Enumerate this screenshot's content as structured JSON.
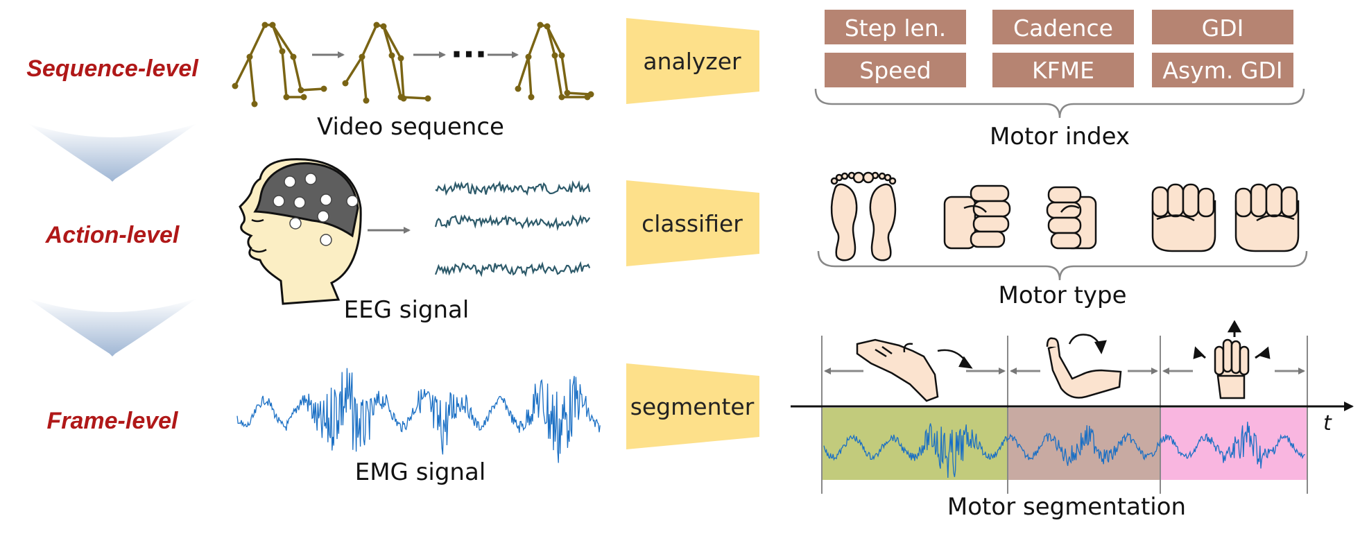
{
  "levels": {
    "sequence": "Sequence-level",
    "action": "Action-level",
    "frame": "Frame-level"
  },
  "captions": {
    "video": "Video sequence",
    "eeg": "EEG signal",
    "emg": "EMG signal",
    "motor_index": "Motor index",
    "motor_type": "Motor type",
    "motor_segmentation": "Motor segmentation"
  },
  "modules": {
    "analyzer": "analyzer",
    "classifier": "classifier",
    "segmenter": "segmenter"
  },
  "ellipsis": "···",
  "time_axis_label": "t",
  "motor_index_boxes": [
    "Step len.",
    "Cadence",
    "GDI",
    "Speed",
    "KFME",
    "Asym. GDI"
  ],
  "colors": {
    "level_text": "#b01818",
    "module_fill": "#fde08a",
    "index_box": "#b68472",
    "skeleton": "#7a6414",
    "eeg_wave": "#2d5a6a",
    "emg_wave": "#1a6fc4",
    "segment_1": "#c2cb7c",
    "segment_2": "#c8aaa2",
    "segment_3": "#f9b6e0",
    "skin": "#fbe3cf",
    "cap": "#5e5e5e"
  }
}
